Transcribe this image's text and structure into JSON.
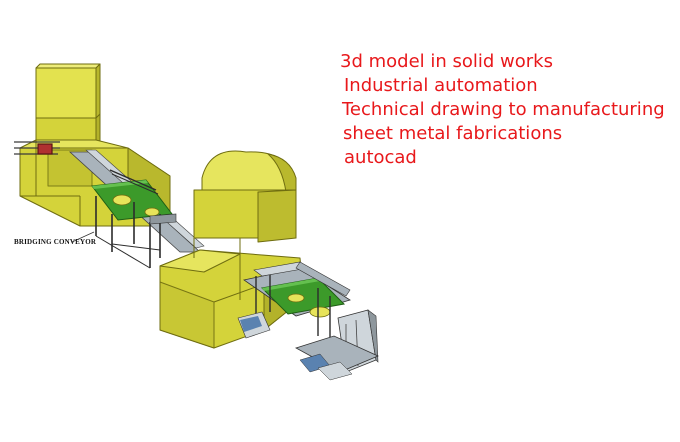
{
  "illustration": {
    "description_icon": "automation-line-3d-model",
    "colors": {
      "enclosure": "#d4d33a",
      "enclosure_edge": "#6f6d10",
      "conveyor_belt": "#3c9a2a",
      "frame": "#2c2c2c",
      "steel": "#a9b3bb"
    },
    "callout_label": "BRIDGING CONVEYOR"
  },
  "services": {
    "color": "#e8181b",
    "items": [
      "3d model in solid works",
      "Industrial automation",
      "Technical drawing to manufacturing",
      "sheet metal fabrications",
      "autocad"
    ]
  }
}
